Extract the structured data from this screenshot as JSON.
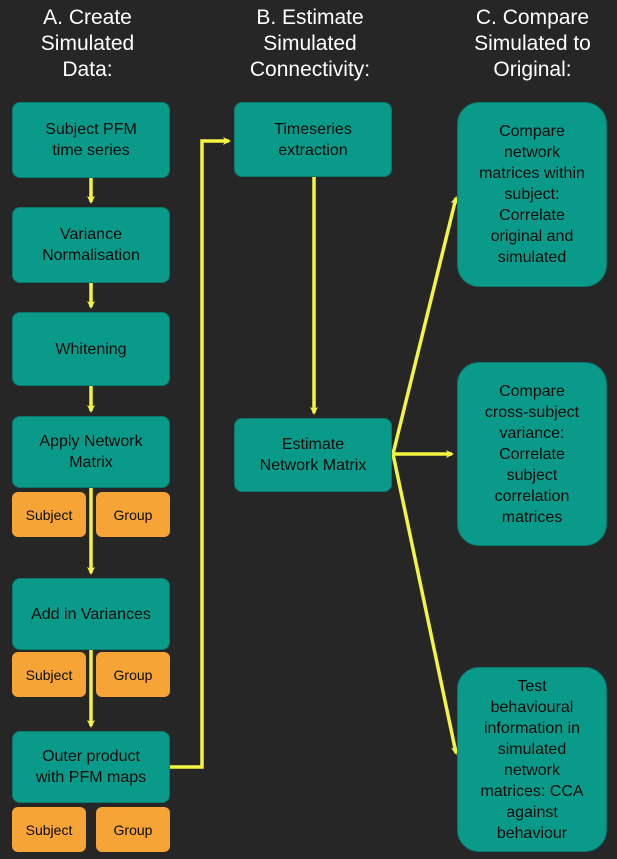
{
  "columns": {
    "a_title": "A. Create\nSimulated\nData:",
    "b_title": "B. Estimate\nSimulated\nConnectivity:",
    "c_title": "C. Compare\nSimulated to\nOriginal:"
  },
  "column_a": {
    "subject_pfm": "Subject PFM\ntime series",
    "variance_norm": "Variance\nNormalisation",
    "whitening": "Whitening",
    "apply_network": "Apply Network\nMatrix",
    "add_variances": "Add in Variances",
    "outer_product": "Outer product\nwith PFM maps",
    "subject_tag": "Subject",
    "group_tag": "Group"
  },
  "column_b": {
    "timeseries": "Timeseries\nextraction",
    "estimate": "Estimate\nNetwork Matrix"
  },
  "column_c": {
    "compare_within": "Compare\nnetwork\nmatrices within\nsubject:\nCorrelate\noriginal and\nsimulated",
    "compare_cross": "Compare\ncross-subject\nvariance:\nCorrelate\nsubject\ncorrelation\nmatrices",
    "test_behaviour": "Test\nbehavioural\ninformation in\nsimulated\nnetwork\nmatrices: CCA\nagainst\nbehaviour"
  },
  "colors": {
    "background": "#262626",
    "box": "#0a9a8a",
    "tag": "#f7a437",
    "arrow": "#f4f442",
    "title_text": "#ffffff"
  }
}
